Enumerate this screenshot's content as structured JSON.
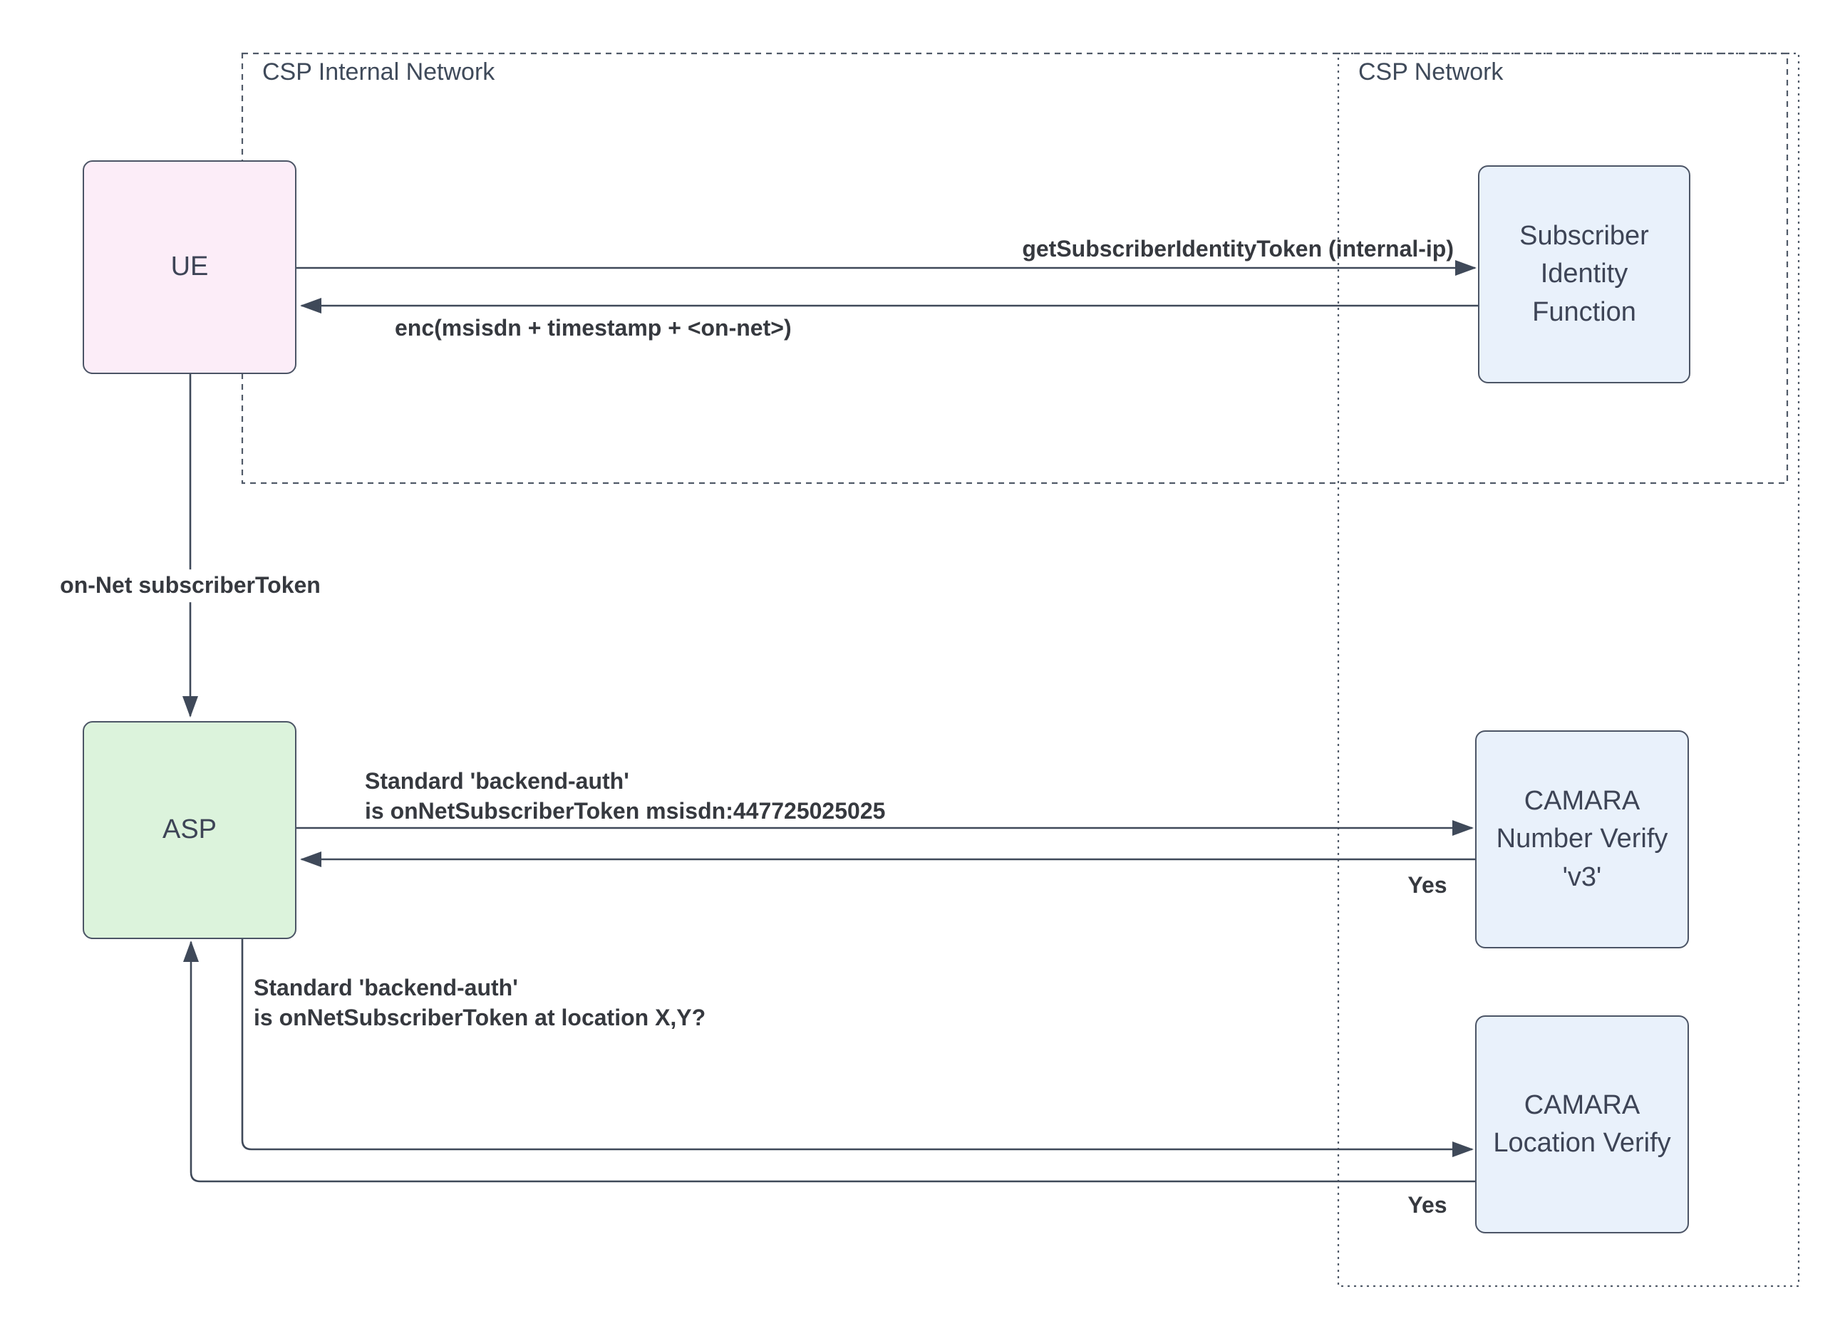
{
  "diagram": {
    "regions": [
      {
        "label": "CSP Internal Network"
      },
      {
        "label": "CSP Network"
      }
    ],
    "nodes": [
      {
        "id": "ue",
        "label": "UE"
      },
      {
        "id": "sif",
        "lines": [
          "Subscriber",
          "Identity",
          "Function"
        ]
      },
      {
        "id": "asp",
        "label": "ASP"
      },
      {
        "id": "cnv",
        "lines": [
          "CAMARA",
          "Number Verify",
          "'v3'"
        ]
      },
      {
        "id": "clv",
        "lines": [
          "CAMARA",
          "Location Verify"
        ]
      }
    ],
    "edges": [
      {
        "from": "ue",
        "to": "sif",
        "label": "getSubscriberIdentityToken (internal-ip)"
      },
      {
        "from": "sif",
        "to": "ue",
        "label": "enc(msisdn + timestamp + <on-net>)"
      },
      {
        "from": "ue",
        "to": "asp",
        "label": "on-Net subscriberToken"
      },
      {
        "from": "asp",
        "to": "cnv",
        "lines": [
          "Standard 'backend-auth'",
          "is onNetSubscriberToken msisdn:447725025025"
        ]
      },
      {
        "from": "cnv",
        "to": "asp",
        "label": "Yes"
      },
      {
        "from": "asp",
        "to": "clv",
        "lines": [
          "Standard 'backend-auth'",
          "is onNetSubscriberToken at location X,Y?"
        ]
      },
      {
        "from": "clv",
        "to": "asp",
        "label": "Yes"
      }
    ]
  },
  "colors": {
    "ue_fill": "#fcedf8",
    "asp_fill": "#dcf3dc",
    "api_fill": "#e9f1fb",
    "node_border": "#4c5566",
    "node_text": "#3d4456",
    "edge_line": "#3f4959",
    "edge_label": "#36393f",
    "region_border": "#505a68",
    "region_title": "#3f4a5a",
    "background": "#ffffff"
  }
}
